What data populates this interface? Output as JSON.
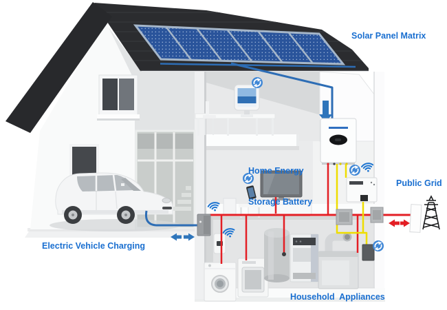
{
  "labels": {
    "solar_panel_matrix": "Solar Panel Matrix",
    "home_energy_line1": "Home Energy",
    "home_energy_line2": "Storage Battery",
    "public_grid": "Public Grid",
    "ev_charging": "Electric Vehicle Charging",
    "household_appliances": "Household  Appliances"
  },
  "colors": {
    "label_blue": "#1a6fd0",
    "wire_red": "#e31e24",
    "wire_yellow": "#eedd00",
    "wire_blue": "#2d6db5",
    "arrow_blue": "#2e75bb",
    "arrow_red": "#e31e24",
    "roof_dark": "#2b2c2f",
    "solar_panel_blue": "#2a549b",
    "icon_blue": "#3f87d6"
  },
  "icons": {
    "wifi": "wifi-icon",
    "sync": "sync-icon",
    "pylon": "transmission-tower-icon"
  }
}
